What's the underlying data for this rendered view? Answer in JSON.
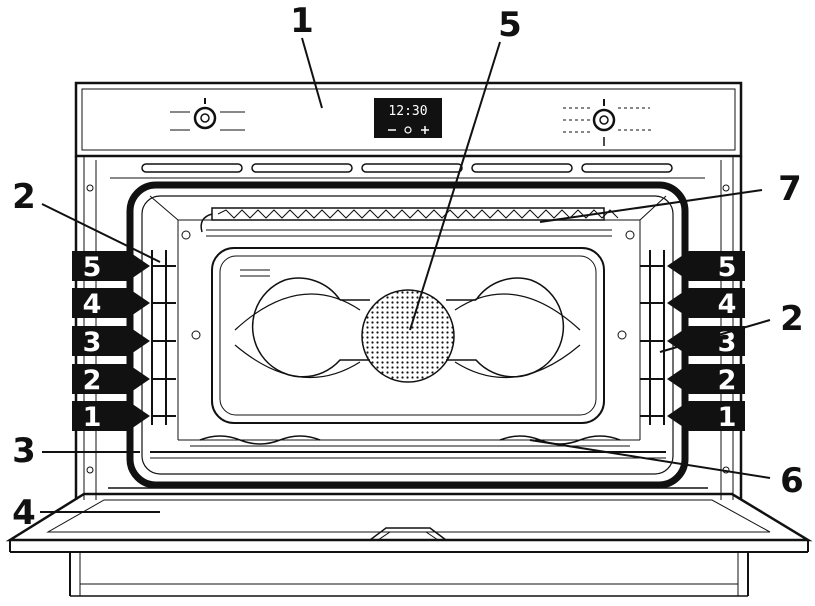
{
  "callouts": {
    "control_panel": "1",
    "side_rack_left": "2",
    "side_rack_right": "2",
    "lower_element": "3",
    "door": "4",
    "fan": "5",
    "bottom_heater": "6",
    "grill_element": "7"
  },
  "shelf_levels": [
    "5",
    "4",
    "3",
    "2",
    "1"
  ],
  "display": {
    "time": "12:30"
  },
  "colors": {
    "ink": "#111111",
    "tag_fill": "#111111",
    "tag_text": "#ffffff"
  }
}
